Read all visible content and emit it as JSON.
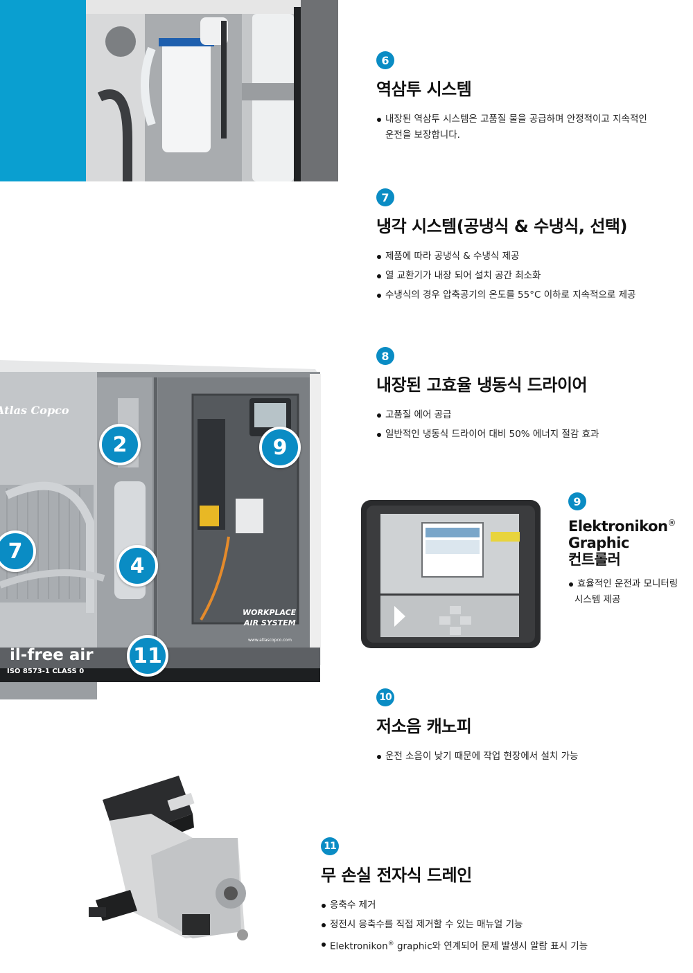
{
  "sections": {
    "s6": {
      "num": "6",
      "title": "역삼투 시스템",
      "bullets": [
        "내장된 역삼투 시스템은 고품질 물을 공급하며 안정적이고 지속적인",
        "운전을 보장합니다."
      ]
    },
    "s7": {
      "num": "7",
      "title": "냉각 시스템(공냉식 & 수냉식, 선택)",
      "bullets": [
        "제품에 따라 공냉식 & 수냉식 제공",
        "열 교환기가 내장 되어 설치 공간 최소화",
        "수냉식의 경우 압축공기의 온도를 55°C 이하로 지속적으로 제공"
      ]
    },
    "s8": {
      "num": "8",
      "title": "내장된 고효율 냉동식 드라이어",
      "bullets": [
        "고품질 에어 공급",
        "일반적인 냉동식 드라이어 대비 50% 에너지 절감 효과"
      ]
    },
    "s9": {
      "num": "9",
      "title_line1": "Elektronikon",
      "title_sup": "®",
      "title_line2": "Graphic",
      "title_line3": "컨트롤러",
      "bullets": [
        "효율적인 운전과 모니터링",
        "시스템 제공"
      ]
    },
    "s10": {
      "num": "10",
      "title": "저소음 캐노피",
      "bullets": [
        "운전 소음이 낮기 때문에 작업 현장에서 설치 가능"
      ]
    },
    "s11": {
      "num": "11",
      "title": "무 손실 전자식 드레인",
      "bullets": [
        "응축수 제거",
        "정전시 응축수를 직접 제거할 수 있는 매뉴얼 기능"
      ],
      "bullet3_pre": "Elektronikon",
      "bullet3_sup": "®",
      "bullet3_post": " graphic와 연계되어 문제 발생시 알람 표시 기능"
    }
  },
  "machine": {
    "markers": [
      "2",
      "9",
      "7",
      "4",
      "11"
    ],
    "brand": "Atlas Copco",
    "oil_free": "il-free air",
    "iso": "ISO 8573-1 CLASS 0",
    "workplace_line1": "WORKPLACE",
    "workplace_line2": "AIR SYSTEM",
    "website": "www.atlascopco.com"
  },
  "colors": {
    "accent_blue": "#0a8cc4",
    "strip_blue": "#0a9fd0"
  }
}
